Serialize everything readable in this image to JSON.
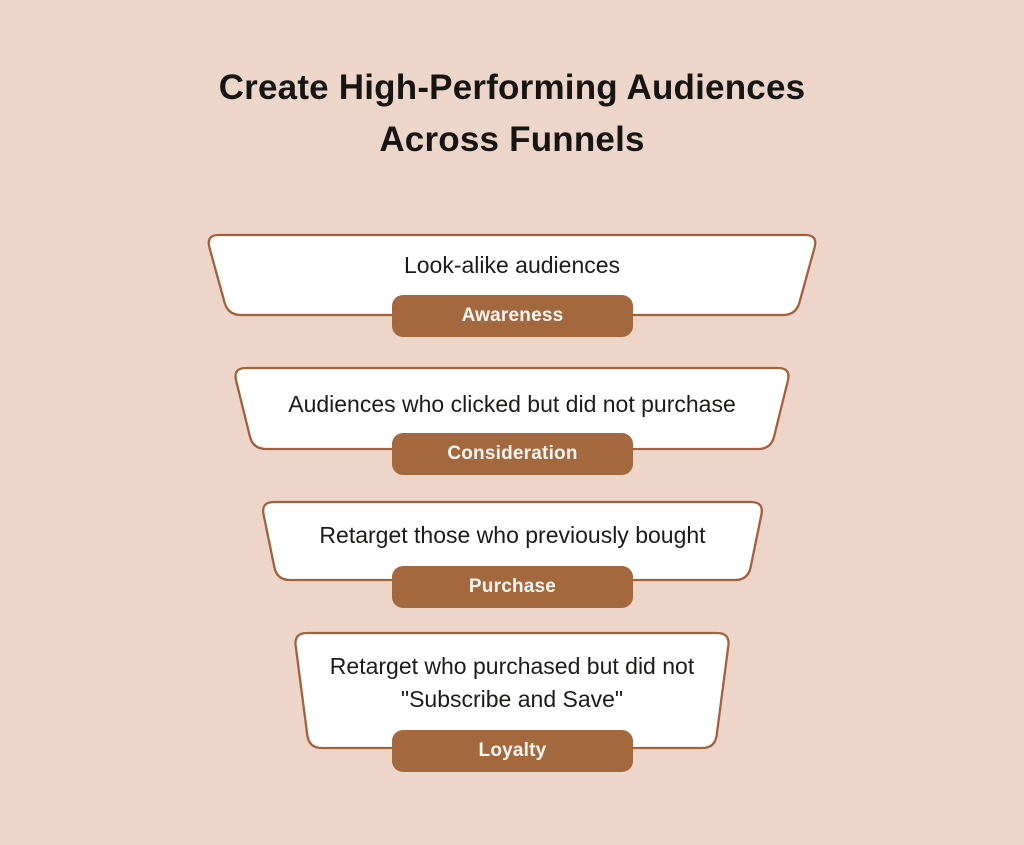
{
  "title": {
    "line1": "Create High-Performing Audiences",
    "line2": "Across Funnels"
  },
  "colors": {
    "page_bg": "#EDD6C9",
    "card_fill": "#FFFFFF",
    "outline": "#A2613A",
    "badge_fill": "#A4683F",
    "badge_text": "#FAF6F2",
    "title_text": "#161514",
    "body_text": "#1C1B1A"
  },
  "funnel": {
    "stages": [
      {
        "description": "Look-alike audiences",
        "badge": "Awareness"
      },
      {
        "description": "Audiences who clicked but did not purchase",
        "badge": "Consideration"
      },
      {
        "description": "Retarget those who previously bought",
        "badge": "Purchase"
      },
      {
        "description": "Retarget who purchased but did not\n\"Subscribe and Save\"",
        "badge": "Loyalty"
      }
    ]
  }
}
